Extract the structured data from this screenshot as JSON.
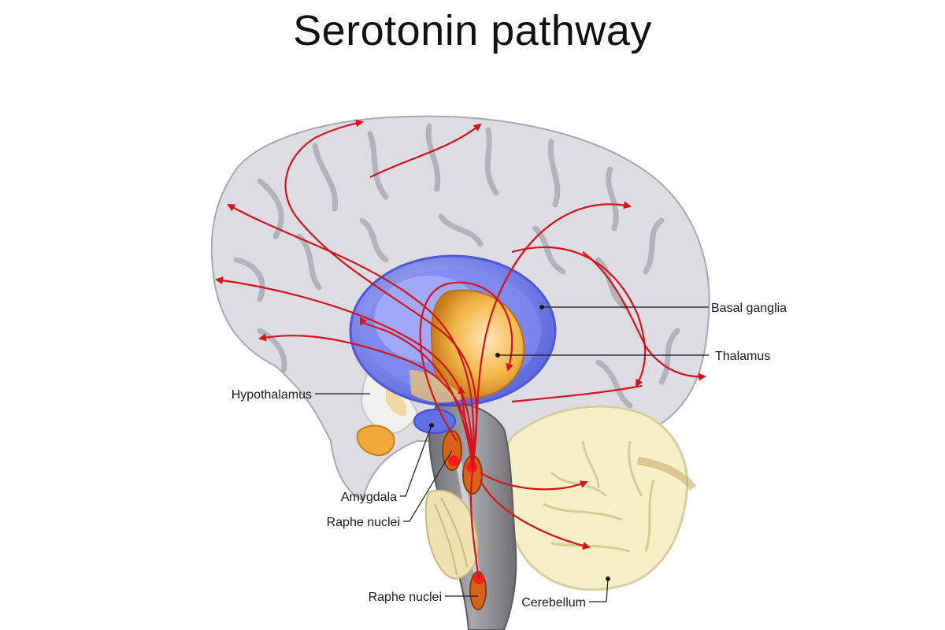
{
  "title": "Serotonin pathway",
  "labels": {
    "basal_ganglia": "Basal ganglia",
    "thalamus": "Thalamus",
    "hypothalamus": "Hypothalamus",
    "amygdala": "Amygdala",
    "raphe_nuclei_upper": "Raphe nuclei",
    "raphe_nuclei_lower": "Raphe nuclei",
    "cerebellum": "Cerebellum"
  },
  "colors": {
    "pathway": "#d4141c",
    "cortex": "#dcdce2",
    "cortex_fold": "#b5b5be",
    "basal_ganglia": "#5865e6",
    "thalamus": "#f0a52a",
    "cerebellum": "#f6efc8",
    "brainstem": "#9b9b9f",
    "raphe": "#d7631a"
  }
}
